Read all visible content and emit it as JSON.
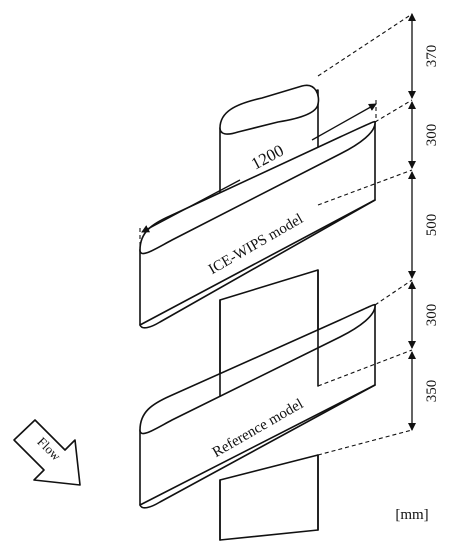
{
  "diagram": {
    "span_label": "1200",
    "upper_model_label": "ICE-WIPS model",
    "lower_model_label": "Reference model",
    "flow_label": "Flow",
    "units_label": "[mm]",
    "dimensions": [
      "370",
      "300",
      "500",
      "300",
      "350"
    ]
  }
}
